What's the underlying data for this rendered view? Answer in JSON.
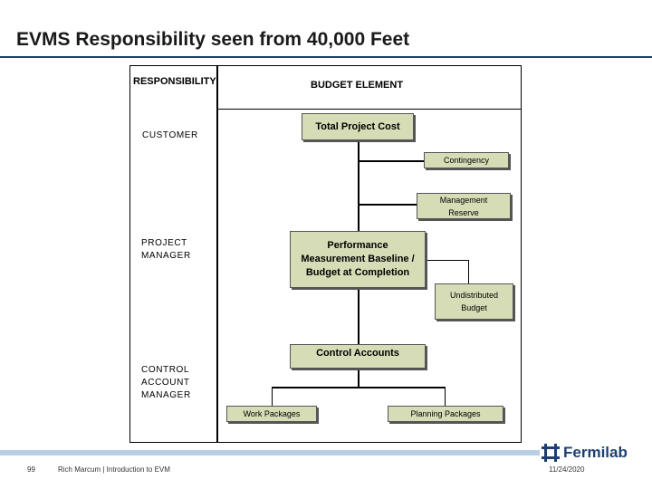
{
  "slide": {
    "title": "EVMS Responsibility seen from 40,000 Feet"
  },
  "table": {
    "responsibility_header": "RESPONSIBILITY",
    "budget_element_header": "BUDGET ELEMENT"
  },
  "roles": {
    "customer": "CUSTOMER",
    "project_manager_line1": "PROJECT",
    "project_manager_line2": "MANAGER",
    "cam_line1": "CONTROL",
    "cam_line2": "ACCOUNT",
    "cam_line3": "MANAGER"
  },
  "elements": {
    "total_project_cost": "Total Project Cost",
    "contingency": "Contingency",
    "management_reserve_line1": "Management",
    "management_reserve_line2": "Reserve",
    "pmb_line1": "Performance",
    "pmb_line2": "Measurement Baseline /",
    "pmb_line3": "Budget at Completion",
    "undistributed_line1": "Undistributed",
    "undistributed_line2": "Budget",
    "control_accounts": "Control Accounts",
    "work_packages": "Work Packages",
    "planning_packages": "Planning Packages"
  },
  "footer": {
    "page_number": "99",
    "presenter": "Rich Marcum | Introduction to EVM",
    "date": "11/24/2020",
    "logo": "Fermilab"
  },
  "colors": {
    "box_fill": "#d6dcb6",
    "title_rule": "#1f3f73",
    "footer_rule": "#b8cfe4",
    "logo": "#1f3f73"
  }
}
